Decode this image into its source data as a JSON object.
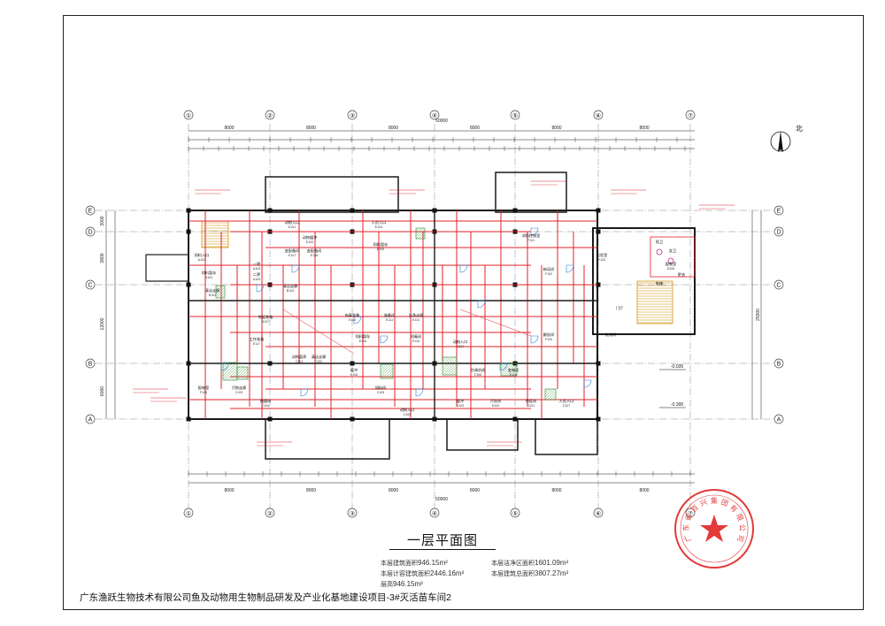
{
  "drawing": {
    "title": "一层平面图",
    "project_title": "广东渔跃生物技术有限公司鱼及动物用生物制品研发及产业化基地建设项目-3#灭活苗车间2",
    "north_label": "北",
    "area_stats": [
      {
        "label": "本层建筑面积",
        "value": "946.15m²"
      },
      {
        "label": "本层计容建筑面积",
        "value": "2446.16m²"
      },
      {
        "label": "层高",
        "value": "946.15m²"
      },
      {
        "label": "本层洁净区面积",
        "value": "1601.09m²"
      },
      {
        "label": "本层建筑总面积",
        "value": "3807.27m²"
      }
    ],
    "axes_top": [
      "①",
      "②",
      "③",
      "④",
      "⑤",
      "⑥",
      "⑦"
    ],
    "axes_side": [
      "E",
      "D",
      "C",
      "B",
      "A"
    ],
    "dims_top_bays": [
      "8000",
      "8000",
      "8000",
      "8000",
      "8000",
      "8000"
    ],
    "dims_total": "50000",
    "dims_side": [
      "3000",
      "3800",
      "12000",
      "6000"
    ],
    "side_total": "25000",
    "levels": [
      "-0.035",
      "-0.300"
    ],
    "rooms": [
      {
        "name": "动物入口",
        "code": "E101"
      },
      {
        "name": "动物缓冲",
        "code": "E102"
      },
      {
        "name": "饲料入口",
        "code": "A101"
      },
      {
        "name": "饲料暂存",
        "code": "A102"
      },
      {
        "name": "清洁走廊",
        "code": "B102"
      },
      {
        "name": "一更",
        "code": "A103"
      },
      {
        "name": "二更",
        "code": "A104"
      },
      {
        "name": "清洁走廊",
        "code": "B103"
      },
      {
        "name": "人员入口",
        "code": "E104"
      },
      {
        "name": "饲料暂存",
        "code": "E105"
      },
      {
        "name": "变配备间",
        "code": "E107"
      },
      {
        "name": "变配备间",
        "code": "E108"
      },
      {
        "name": "免疫准备",
        "code": "B107"
      },
      {
        "name": "肉毒准备",
        "code": "E110"
      },
      {
        "name": "准备间",
        "code": "E113"
      },
      {
        "name": "洁净走廊",
        "code": "E114"
      },
      {
        "name": "消毒间",
        "code": "E115"
      },
      {
        "name": "饲料暂存",
        "code": "E116"
      },
      {
        "name": "工作准备",
        "code": "E117"
      },
      {
        "name": "缓冲",
        "code": "E118"
      },
      {
        "name": "消防控制室",
        "code": "F101"
      },
      {
        "name": "新风间",
        "code": "F102"
      },
      {
        "name": "实验室",
        "code": "F103"
      },
      {
        "name": "解剖间",
        "code": "F104"
      },
      {
        "name": "配电室",
        "code": "F105"
      },
      {
        "name": "空调机房",
        "code": "F106"
      },
      {
        "name": "变电间",
        "code": "E119"
      },
      {
        "name": "动物暂养",
        "code": "C101"
      },
      {
        "name": "清洁走廊",
        "code": "C102"
      },
      {
        "name": "污物走廊",
        "code": "C103"
      },
      {
        "name": "细菌间",
        "code": "C104"
      },
      {
        "name": "饲料间",
        "code": "C105"
      },
      {
        "name": "动物入口",
        "code": "C106"
      },
      {
        "name": "人员入口",
        "code": "C107"
      },
      {
        "name": "免疫间",
        "code": "D101"
      },
      {
        "name": "污洗间",
        "code": "D102"
      },
      {
        "name": "缓冲",
        "code": "D103"
      },
      {
        "name": "动物入口",
        "code": "D104"
      },
      {
        "name": "配电室",
        "code": "D105"
      },
      {
        "name": "男卫",
        "code": ""
      },
      {
        "name": "女卫",
        "code": ""
      },
      {
        "name": "更衣",
        "code": ""
      },
      {
        "name": "门厅",
        "code": ""
      },
      {
        "name": "洗消间",
        "code": ""
      },
      {
        "name": "电梯",
        "code": ""
      }
    ],
    "stamp_text": "广东省百兴集团有限公司"
  },
  "colors": {
    "wall": "#1a1a1a",
    "partition": "#e0202a",
    "dimension": "#1a1a1a",
    "hatch": "#2e8b2e",
    "door": "#2a7fd6",
    "stair": "#d08a00",
    "stamp": "#e33a3a",
    "grid_bubble": "#444444"
  }
}
